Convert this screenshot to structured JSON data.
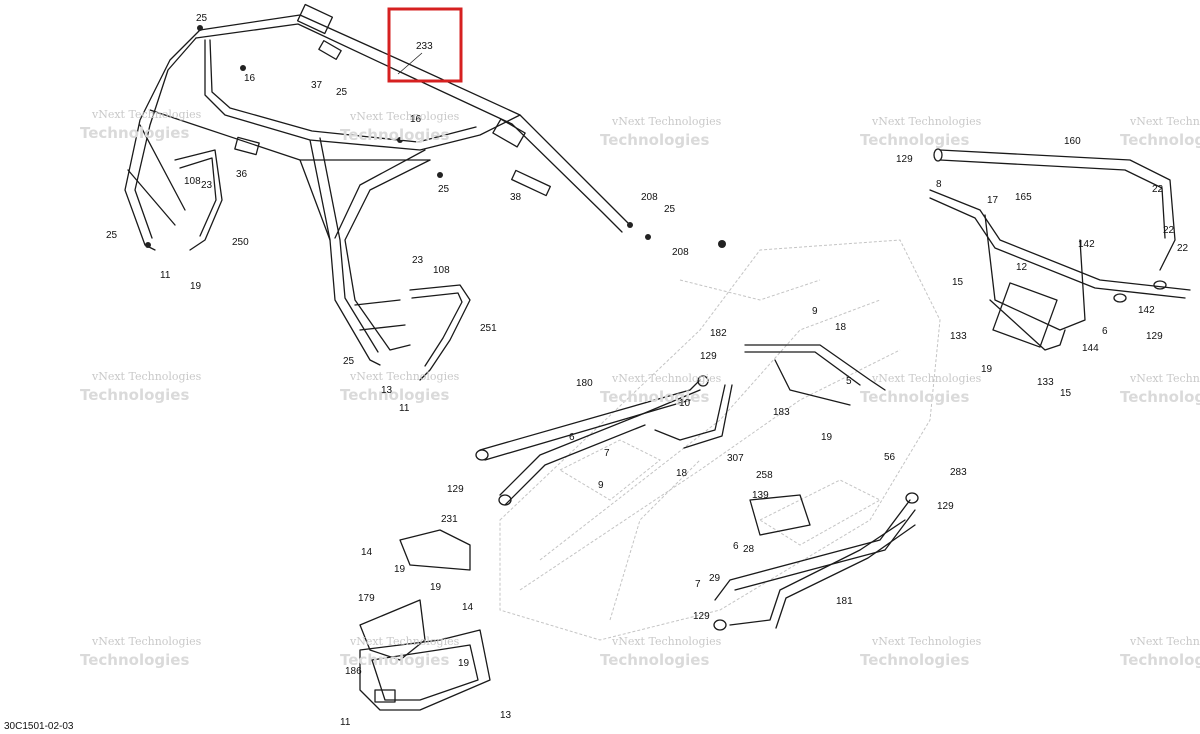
{
  "diagram": {
    "drawing_code": "30C1501-02-03",
    "highlighted_part": "233",
    "watermark_line1": "vNext Technologies",
    "watermark_line2": "Technologies",
    "callouts": [
      "233",
      "25",
      "16",
      "37",
      "25",
      "16",
      "25",
      "36",
      "108",
      "23",
      "38",
      "208",
      "25",
      "208",
      "25",
      "250",
      "11",
      "19",
      "23",
      "108",
      "251",
      "25",
      "13",
      "11",
      "160",
      "129",
      "8",
      "17",
      "165",
      "22",
      "22",
      "142",
      "22",
      "12",
      "15",
      "133",
      "6",
      "144",
      "142",
      "129",
      "19",
      "133",
      "15",
      "9",
      "18",
      "182",
      "129",
      "5",
      "180",
      "10",
      "183",
      "6",
      "19",
      "56",
      "7",
      "18",
      "9",
      "307",
      "129",
      "283",
      "258",
      "139",
      "129",
      "231",
      "14",
      "19",
      "19",
      "14",
      "6",
      "28",
      "7",
      "179",
      "181",
      "29",
      "129",
      "19",
      "186",
      "11",
      "13"
    ]
  }
}
